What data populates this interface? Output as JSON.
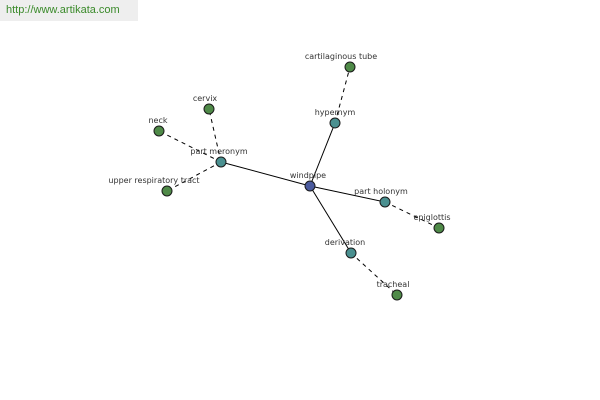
{
  "header": {
    "url_text": "http://www.artikata.com"
  },
  "colors": {
    "center_node": "#4a5a9e",
    "relation_node": "#4a9090",
    "leaf_node": "#4f8a48"
  },
  "graph": {
    "nodes": [
      {
        "id": "windpipe",
        "label": "windpipe",
        "kind": "center"
      },
      {
        "id": "hypernym",
        "label": "hypernym",
        "kind": "relation"
      },
      {
        "id": "part-meronym",
        "label": "part meronym",
        "kind": "relation"
      },
      {
        "id": "part-holonym",
        "label": "part holonym",
        "kind": "relation"
      },
      {
        "id": "derivation",
        "label": "derivation",
        "kind": "relation"
      },
      {
        "id": "cartilaginous-tube",
        "label": "cartilaginous tube",
        "kind": "leaf"
      },
      {
        "id": "cervix",
        "label": "cervix",
        "kind": "leaf"
      },
      {
        "id": "neck",
        "label": "neck",
        "kind": "leaf"
      },
      {
        "id": "upper-respiratory-tract",
        "label": "upper respiratory tract",
        "kind": "leaf"
      },
      {
        "id": "epiglottis",
        "label": "epiglottis",
        "kind": "leaf"
      },
      {
        "id": "tracheal",
        "label": "tracheal",
        "kind": "leaf"
      }
    ],
    "edges": [
      {
        "from": "windpipe",
        "to": "hypernym",
        "style": "solid"
      },
      {
        "from": "windpipe",
        "to": "part-meronym",
        "style": "solid"
      },
      {
        "from": "windpipe",
        "to": "part-holonym",
        "style": "solid"
      },
      {
        "from": "windpipe",
        "to": "derivation",
        "style": "solid"
      },
      {
        "from": "hypernym",
        "to": "cartilaginous-tube",
        "style": "dashed"
      },
      {
        "from": "part-meronym",
        "to": "cervix",
        "style": "dashed"
      },
      {
        "from": "part-meronym",
        "to": "neck",
        "style": "dashed"
      },
      {
        "from": "part-meronym",
        "to": "upper-respiratory-tract",
        "style": "dashed"
      },
      {
        "from": "part-holonym",
        "to": "epiglottis",
        "style": "dashed"
      },
      {
        "from": "derivation",
        "to": "tracheal",
        "style": "dashed"
      }
    ]
  }
}
